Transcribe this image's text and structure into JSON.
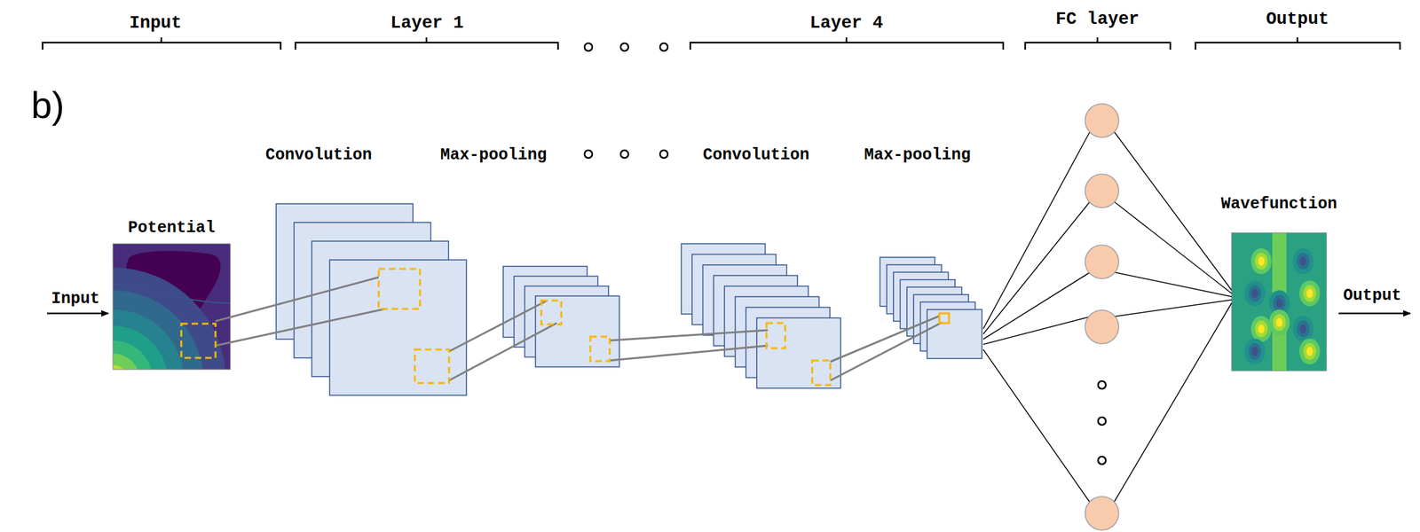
{
  "diagram": {
    "nodes": [
      {
        "text": [
          "Potential"
        ]
      },
      {
        "text": [
          "Wavefunction"
        ]
      }
    ],
    "labels": [
      "Input",
      "Layer 1",
      "Layer 4",
      "FC layer",
      "Output",
      "b)",
      "Convolution",
      "Max-pooling",
      "Convolution",
      "Max-pooling",
      "Input",
      "Output"
    ]
  }
}
